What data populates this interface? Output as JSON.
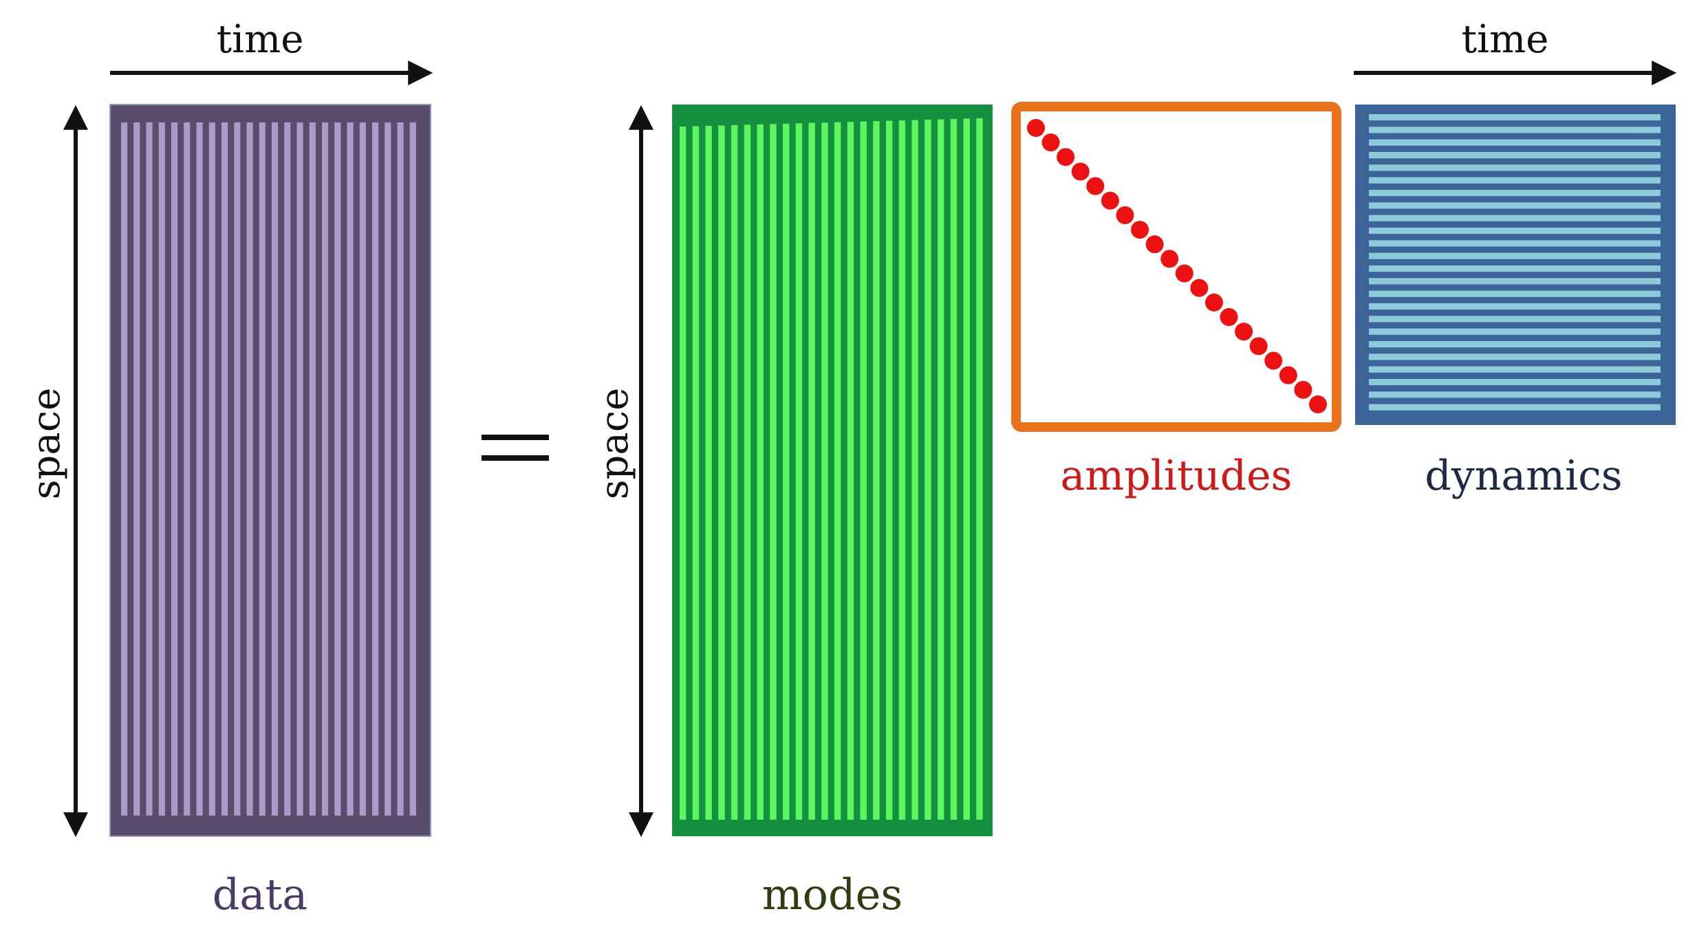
{
  "labels": {
    "time_left": "time",
    "time_right": "time",
    "space_left": "space",
    "space_right": "space",
    "data": "data",
    "modes": "modes",
    "amplitudes": "amplitudes",
    "dynamics": "dynamics"
  },
  "colors": {
    "data_frame": "#5a4d6b",
    "data_stripe": "#ab9bcc",
    "modes_frame": "#15903e",
    "modes_stripe": "#5cf75f",
    "amplitudes_border": "#e8731c",
    "amplitudes_dot": "#ee1111",
    "dynamics_frame": "#3c6499",
    "dynamics_stripe": "#8ccbd8",
    "data_label": "#4a3a66",
    "modes_label": "#2e3d12",
    "amplitudes_label": "#d01818",
    "dynamics_label": "#1c2a48",
    "arrow": "#111111"
  },
  "counts": {
    "data_stripes": 24,
    "modes_stripes": 24,
    "amplitude_dots": 20,
    "dynamics_stripes": 24
  }
}
